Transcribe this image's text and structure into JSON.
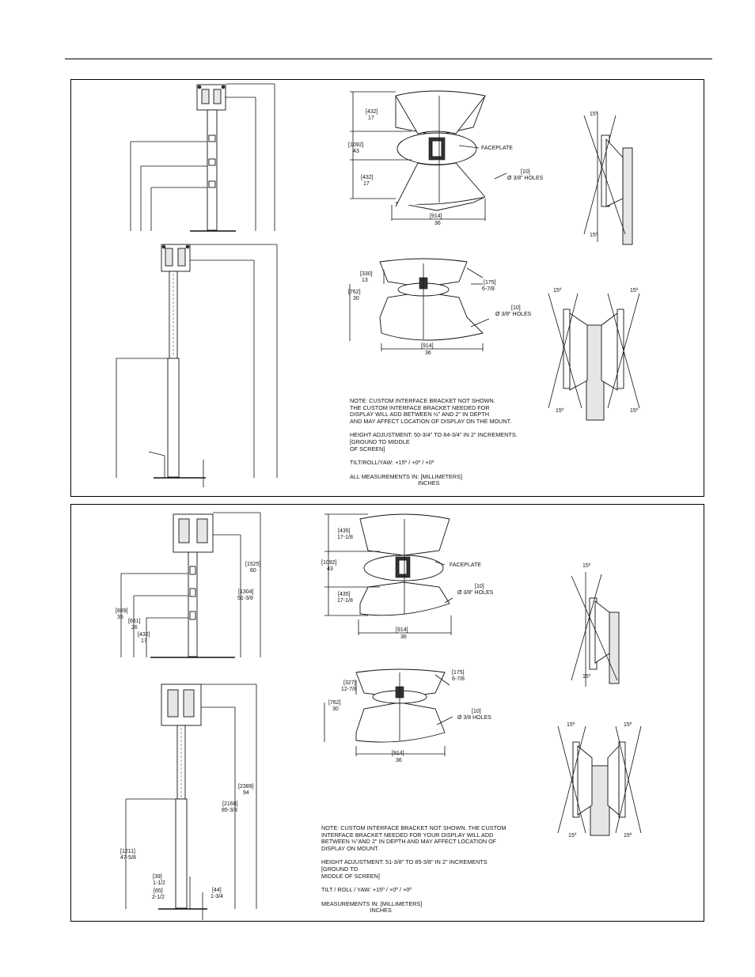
{
  "top_panel": {
    "front_view": {},
    "plate_top": {
      "dim_43": [
        "[1092]",
        "43"
      ],
      "dim_17a": [
        "[432]",
        "17"
      ],
      "dim_17b": [
        "[432]",
        "17"
      ],
      "dim_36": [
        "[914]",
        "36"
      ],
      "faceplate": "FACEPLATE",
      "holes": [
        "[10]",
        "Ø 3/8\" HOLES"
      ]
    },
    "plate_bottom": {
      "dim_30": [
        "[762]",
        "30"
      ],
      "dim_13": [
        "[330]",
        "13"
      ],
      "dim_678": [
        "[175]",
        "6-7/8"
      ],
      "dim_36": [
        "[914]",
        "36"
      ],
      "holes": [
        "[10]",
        "Ø 3/8\" HOLES"
      ]
    },
    "tilt_side": {
      "angle_top": "15º",
      "angle_bottom": "15º"
    },
    "tilt_double": {
      "angle_tl": "15º",
      "angle_tr": "15º",
      "angle_bl": "15º",
      "angle_br": "15º"
    },
    "notes": [
      "NOTE: CUSTOM INTERFACE BRACKET NOT SHOWN.",
      "THE CUSTOM INTERFACE BRACKET NEEDED FOR",
      "DISPLAY WILL ADD BETWEEN ½\" AND 2\" IN DEPTH",
      "AND MAY AFFECT LOCATION OF DISPLAY ON THE MOUNT.",
      "",
      "HEIGHT ADJUSTMENT:  50-3/4\" TO 84-3/4\" IN 2\" INCREMENTS.",
      "[GROUND TO MIDDLE",
      "OF SCREEN]",
      "",
      "TILT/ROLL/YAW:     +15º / +0º / +0º",
      "",
      "ALL MEASUREMENTS IN:   [MILLIMETERS]",
      "                                          INCHES"
    ]
  },
  "bottom_panel": {
    "front_view": {
      "dim_1525": [
        "[1525]",
        "60"
      ],
      "dim_1304": [
        "[1304]",
        "51-3/8"
      ],
      "dim_889": [
        "[889]",
        "35"
      ],
      "dim_661": [
        "[661]",
        "26"
      ],
      "dim_432": [
        "[432]",
        "17"
      ]
    },
    "tall_view": {
      "dim_2389": [
        "[2389]",
        "94"
      ],
      "dim_2168": [
        "[2168]",
        "85-3/8"
      ],
      "dim_1211": [
        "[1211]",
        "47-5/8"
      ],
      "dim_39": [
        "[39]",
        "1-1/2"
      ],
      "dim_65": [
        "[65]",
        "2-1/2"
      ],
      "dim_44": [
        "[44]",
        "1-3/4"
      ]
    },
    "plate_top": {
      "dim_43": [
        "[1092]",
        "43"
      ],
      "dim_17a": [
        "[435]",
        "17-1/8"
      ],
      "dim_17b": [
        "[435]",
        "17-1/8"
      ],
      "dim_36": [
        "[914]",
        "36"
      ],
      "faceplate": "FACEPLATE",
      "holes": [
        "[10]",
        "Ø 3/8\" HOLES"
      ]
    },
    "plate_bottom": {
      "dim_30": [
        "[762]",
        "30"
      ],
      "dim_1278": [
        "[327]",
        "12-7/8"
      ],
      "dim_678": [
        "[175]",
        "6-7/8"
      ],
      "dim_36": [
        "[914]",
        "36"
      ],
      "holes": [
        "[10]",
        "Ø 3/8 HOLES"
      ]
    },
    "tilt_side": {
      "angle_top": "15º",
      "angle_bottom": "15º"
    },
    "tilt_double": {
      "angle_tl": "15º",
      "angle_tr": "15º",
      "angle_bl": "15º",
      "angle_br": "15º"
    },
    "notes": [
      "NOTE: CUSTOM INTERFACE BRACKET NOT SHOWN. THE CUSTOM",
      "INTERFACE BRACKET NEEDED FOR YOUR DISPLAY WILL ADD",
      "BETWEEN ½\"AND 2\" IN DEPTH AND MAY AFFECT LOCATION OF",
      "DISPLAY ON MOUNT.",
      "",
      "HEIGHT ADJUSTMENT:  51-3/8\" TO 85-3/8\" IN 2\" INCREMENTS",
      "[GROUND TO",
      "MIDDLE OF SCREEN]",
      "",
      "TILT / ROLL / YAW:  +15º / +0º / +0º",
      "",
      "MEASUREMENTS IN:  [MILLIMETERS]",
      "                              INCHES"
    ]
  }
}
